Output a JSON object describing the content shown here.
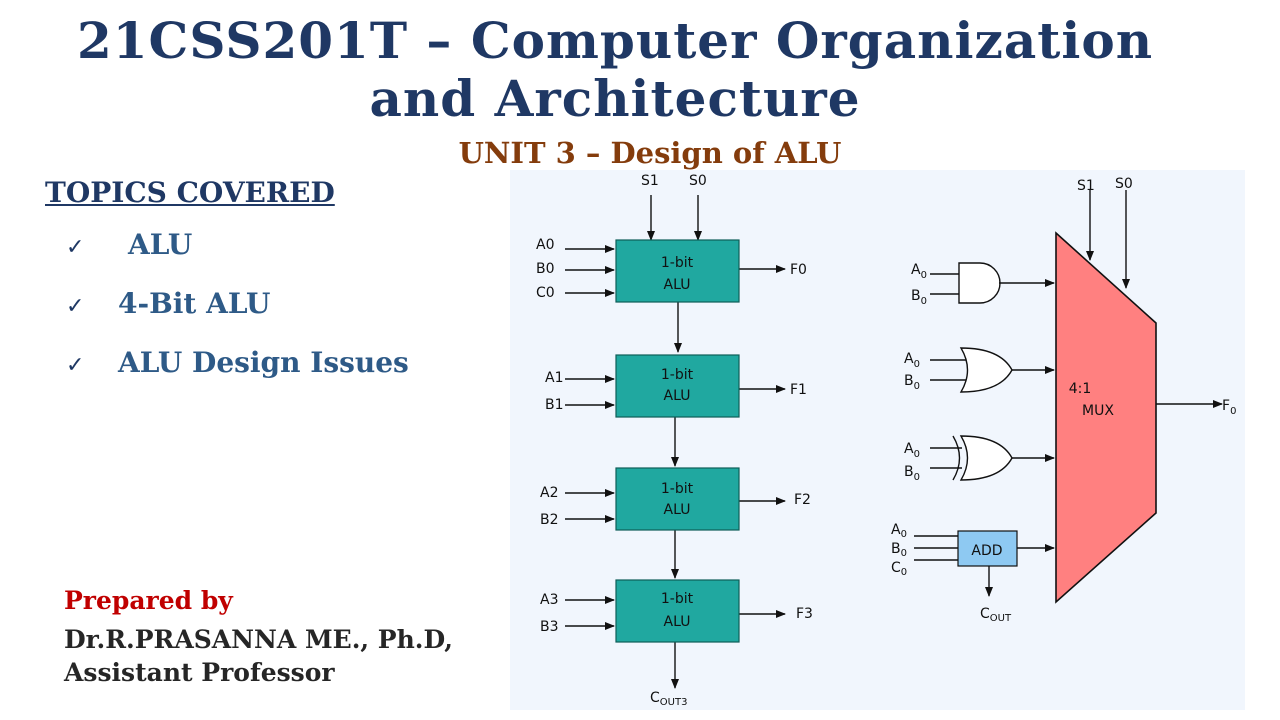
{
  "slide": {
    "title_line1": "21CSS201T – Computer Organization",
    "title_line2": "and Architecture",
    "unit": "UNIT 3 – Design of ALU"
  },
  "topics": {
    "heading": "TOPICS COVERED",
    "items": [
      "ALU",
      "4-Bit ALU",
      "ALU Design Issues"
    ],
    "check_glyph": "✓"
  },
  "author": {
    "prepared_label": "Prepared by",
    "name": "Dr.R.PRASANNA ME., Ph.D,",
    "role": "Assistant Professor"
  },
  "ripple_alu": {
    "selects": [
      "S1",
      "S0"
    ],
    "block_label_1": "1-bit",
    "block_label_2": "ALU",
    "stages": [
      {
        "inputs": [
          "A0",
          "B0",
          "C0"
        ],
        "output": "F0"
      },
      {
        "inputs": [
          "A1",
          "B1"
        ],
        "output": "F1"
      },
      {
        "inputs": [
          "A2",
          "B2"
        ],
        "output": "F2"
      },
      {
        "inputs": [
          "A3",
          "B3"
        ],
        "output": "F3"
      }
    ],
    "carry_out": "C",
    "carry_out_sub": "OUT3"
  },
  "mux_alu": {
    "selects": [
      "S1",
      "S0"
    ],
    "mux_label_1": "4:1",
    "mux_label_2": "MUX",
    "output": "F",
    "output_sub": "0",
    "adder_label": "ADD",
    "carry_out": "C",
    "carry_out_sub": "OUT",
    "gate_inputs": [
      {
        "a": "A",
        "b": "B",
        "sub": "0"
      },
      {
        "a": "A",
        "b": "B",
        "sub": "0"
      },
      {
        "a": "A",
        "b": "B",
        "sub": "0"
      }
    ],
    "adder_inputs": [
      {
        "label": "A",
        "sub": "0"
      },
      {
        "label": "B",
        "sub": "0"
      },
      {
        "label": "C",
        "sub": "0"
      }
    ]
  },
  "colors": {
    "title": "#1f3864",
    "unit": "#843c0c",
    "prepared": "#c00000",
    "diagram_bg": "#f1f6fd",
    "alu_block": "#20a8a0",
    "mux_fill": "#ff8080",
    "adder_fill": "#8ec9f2"
  }
}
